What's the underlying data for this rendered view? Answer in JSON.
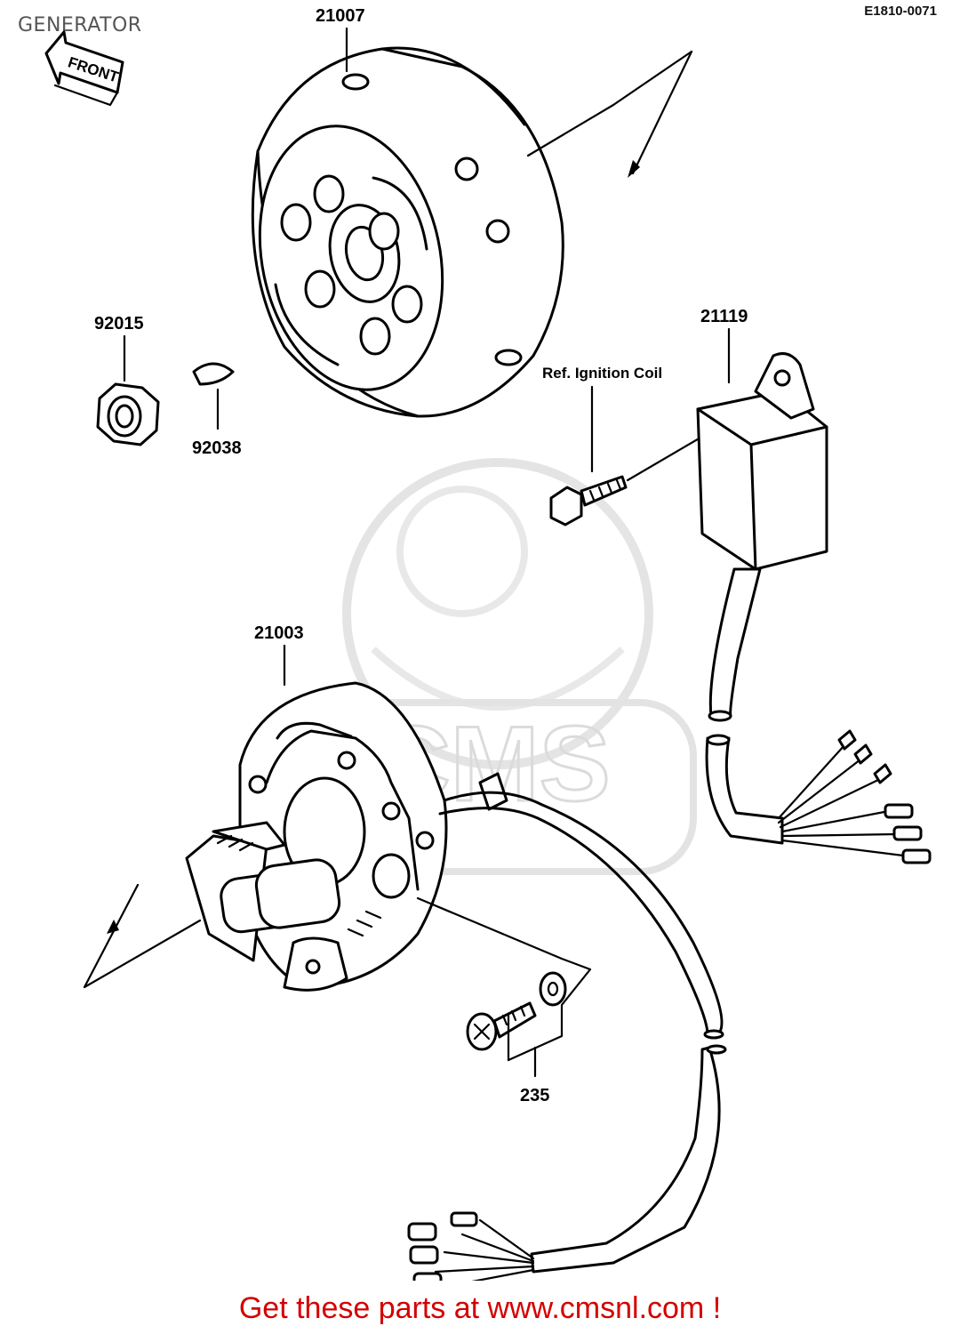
{
  "page": {
    "title": "GENERATOR",
    "diagram_code": "E1810-0071",
    "front_label": "FRONT",
    "watermark": "CMS",
    "footer_link": "Get these parts at www.cmsnl.com !"
  },
  "parts": [
    {
      "id": "flywheel",
      "label": "21007"
    },
    {
      "id": "nut",
      "label": "92015"
    },
    {
      "id": "key",
      "label": "92038"
    },
    {
      "id": "ignition-coil",
      "label": "21119"
    },
    {
      "id": "stator",
      "label": "21003"
    },
    {
      "id": "screw",
      "label": "235"
    }
  ],
  "references": {
    "ignition_coil_ref": "Ref. Ignition Coil"
  }
}
